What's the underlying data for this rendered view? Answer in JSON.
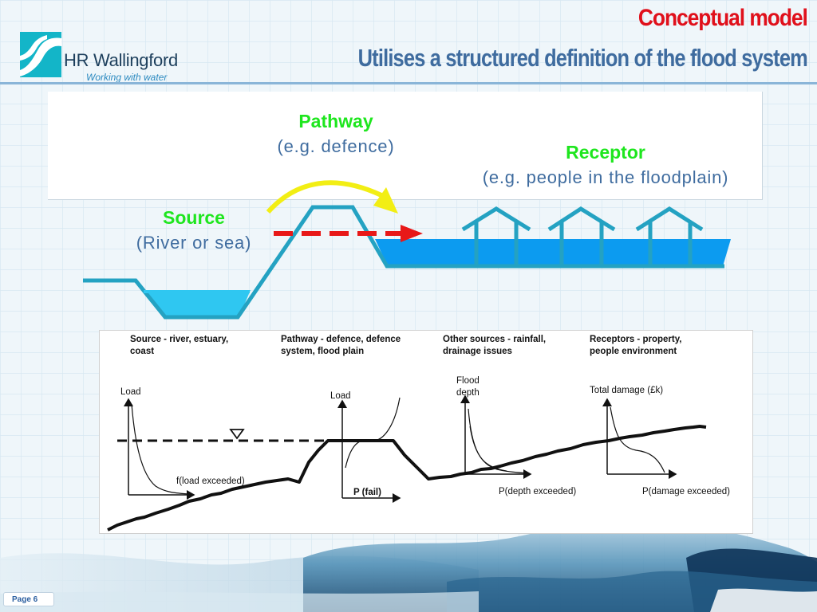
{
  "header": {
    "title": "Conceptual model",
    "subtitle": "Utilises a structured definition of the flood system"
  },
  "logo": {
    "name": "HR Wallingford",
    "tagline": "Working with water"
  },
  "concept": {
    "pathway_label": "Pathway",
    "pathway_example": "(e.g. defence)",
    "receptor_label": "Receptor",
    "receptor_example": "(e.g. people in the floodplain)",
    "source_label": "Source",
    "source_example": "(River or sea)"
  },
  "detail": {
    "headings": {
      "source_1": "Source - river, estuary,",
      "source_2": "coast",
      "pathway_1": "Pathway - defence, defence",
      "pathway_2": "system, flood plain",
      "other_1": "Other sources - rainfall,",
      "other_2": "drainage issues",
      "receptors_1": "Receptors - property,",
      "receptors_2": "people environment"
    },
    "axes": {
      "load_1": "Load",
      "f_load": "f(load exceeded)",
      "load_2": "Load",
      "p_fail": "P (fail)",
      "flood_1": "Flood",
      "flood_2": "depth",
      "p_depth": "P(depth exceeded)",
      "total_damage": "Total damage (£k)",
      "p_damage": "P(damage exceeded)"
    }
  },
  "footer": {
    "page": "Page 6"
  },
  "colors": {
    "title": "#e0101b",
    "subtitle": "#3f6c9f",
    "green_label": "#1ee61e",
    "water": "#0c9bf0",
    "ground": "#24a2c2",
    "arrow_yellow": "#f2ee14",
    "arrow_red": "#e81818"
  }
}
